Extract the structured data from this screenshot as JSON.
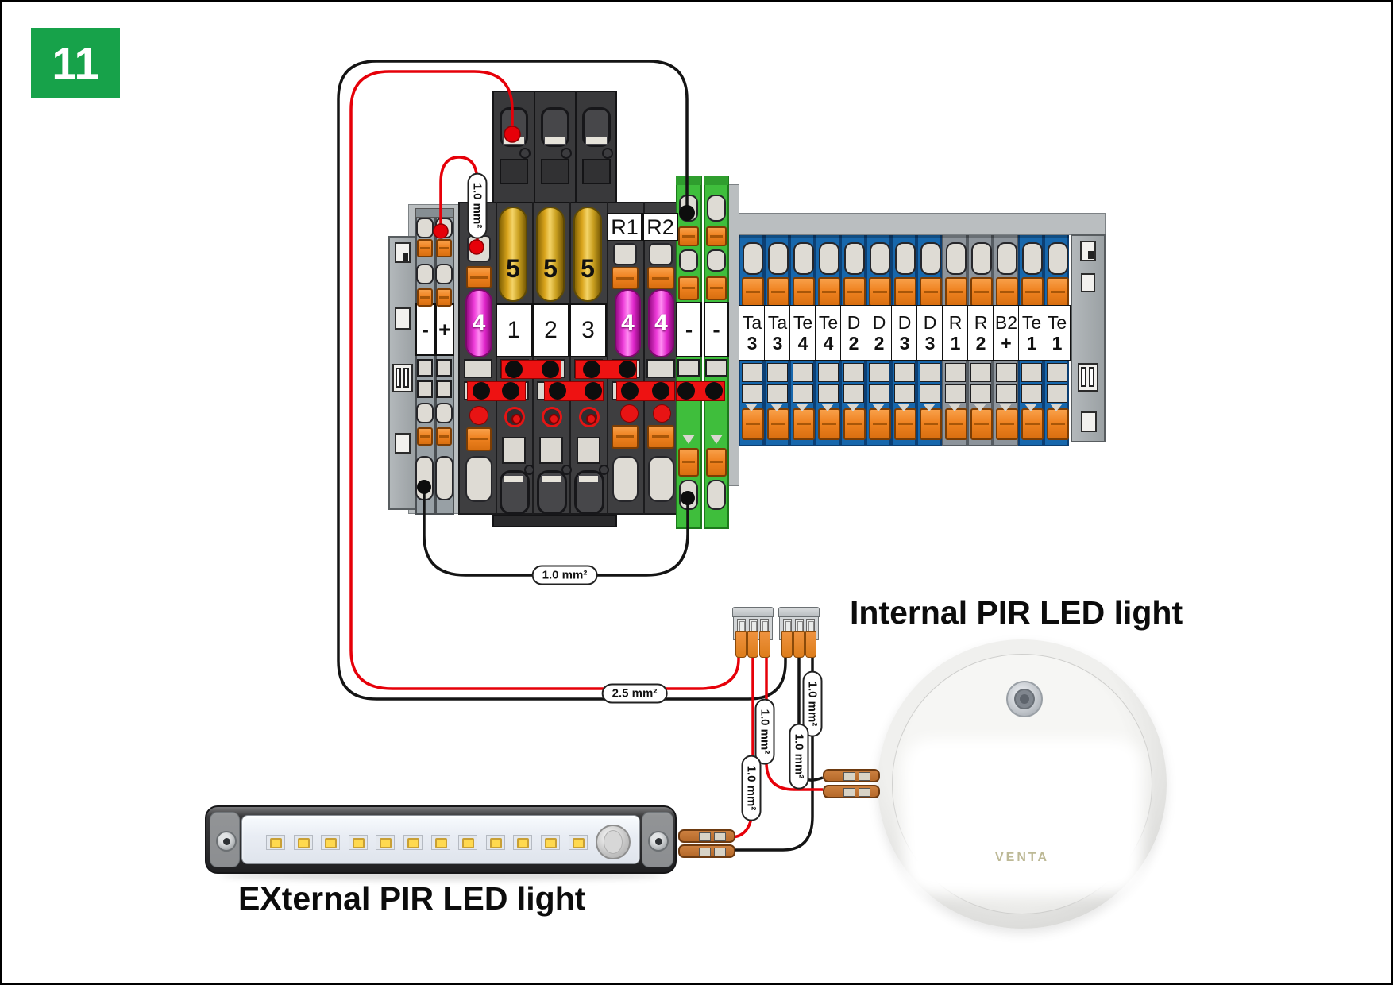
{
  "step": {
    "number": "11",
    "badge_color": "#17a24a"
  },
  "wire_labels": {
    "size_10": "1.0 mm²",
    "size_25": "2.5 mm²"
  },
  "colors": {
    "wire_red": "#e60009",
    "wire_black": "#141414",
    "terminal_blue": "#1767ac",
    "terminal_gray": "#8d949b",
    "terminal_green": "#3fbe3c",
    "terminal_dark": "#3e3e40",
    "fuse_yellow": "#d9a41c",
    "fuse_magenta": "#ee3bd9",
    "jumper_red": "#ee1212",
    "lever_orange": "#ef8220"
  },
  "assembly": {
    "power_terminals": [
      {
        "label": "-"
      },
      {
        "label": "+"
      }
    ],
    "fuse_terminals": [
      {
        "label": "",
        "top_tag": "",
        "fuse": "4",
        "fuse_color": "magenta"
      },
      {
        "label": "1",
        "top_tag": "",
        "fuse": "5",
        "fuse_color": "yellow"
      },
      {
        "label": "2",
        "top_tag": "",
        "fuse": "5",
        "fuse_color": "yellow"
      },
      {
        "label": "3",
        "top_tag": "",
        "fuse": "5",
        "fuse_color": "yellow"
      },
      {
        "label": "",
        "top_tag": "R1",
        "fuse": "4",
        "fuse_color": "magenta"
      },
      {
        "label": "",
        "top_tag": "R2",
        "fuse": "4",
        "fuse_color": "magenta"
      }
    ],
    "ground_terminals": [
      {
        "label": "-"
      },
      {
        "label": "-"
      }
    ],
    "din_terminals": [
      {
        "line1": "Ta",
        "line2": "3",
        "color": "blue"
      },
      {
        "line1": "Ta",
        "line2": "3",
        "color": "blue"
      },
      {
        "line1": "Te",
        "line2": "4",
        "color": "blue"
      },
      {
        "line1": "Te",
        "line2": "4",
        "color": "blue"
      },
      {
        "line1": "D",
        "line2": "2",
        "color": "blue"
      },
      {
        "line1": "D",
        "line2": "2",
        "color": "blue"
      },
      {
        "line1": "D",
        "line2": "3",
        "color": "blue"
      },
      {
        "line1": "D",
        "line2": "3",
        "color": "blue"
      },
      {
        "line1": "R",
        "line2": "1",
        "color": "gray"
      },
      {
        "line1": "R",
        "line2": "2",
        "color": "gray"
      },
      {
        "line1": "B2",
        "line2": "+",
        "color": "gray"
      },
      {
        "line1": "Te",
        "line2": "1",
        "color": "blue"
      },
      {
        "line1": "Te",
        "line2": "1",
        "color": "blue"
      }
    ]
  },
  "lights": {
    "internal": {
      "heading": "Internal PIR LED light",
      "brand": "VENTA"
    },
    "external": {
      "heading": "EXternal PIR LED light",
      "led_count": 12
    }
  }
}
